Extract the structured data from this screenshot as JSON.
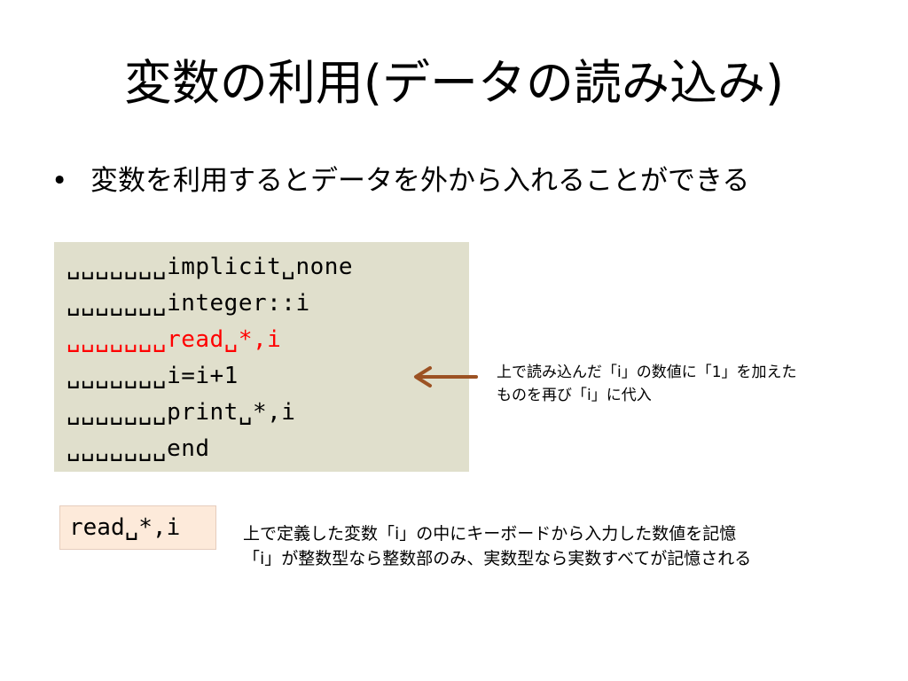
{
  "slide": {
    "title": "変数の利用(データの読み込み)",
    "bullet": {
      "marker": "•",
      "text": "変数を利用するとデータを外から入れることができる"
    }
  },
  "code": {
    "lines": [
      {
        "text": "␣␣␣␣␣␣␣implicit␣none",
        "highlight": false
      },
      {
        "text": "␣␣␣␣␣␣␣integer::i",
        "highlight": false
      },
      {
        "text": "␣␣␣␣␣␣␣read␣*,i",
        "highlight": true
      },
      {
        "text": "␣␣␣␣␣␣␣i=i+1",
        "highlight": false
      },
      {
        "text": "␣␣␣␣␣␣␣print␣*,i",
        "highlight": false
      },
      {
        "text": "␣␣␣␣␣␣␣end",
        "highlight": false
      }
    ],
    "background_color": "#e0dfcc",
    "highlight_color": "#ff0000"
  },
  "annotation": {
    "icon": "left-arrow-icon",
    "arrow_color": "#9c5223",
    "lines": [
      "上で読み込んだ「i」の数値に「1」を加えた",
      "ものを再び「i」に代入"
    ]
  },
  "snippet": {
    "code": "read␣*,i",
    "background_color": "#fdeada",
    "description_lines": [
      "上で定義した変数「i」の中にキーボードから入力した数値を記憶",
      "「i」が整数型なら整数部のみ、実数型なら実数すべてが記憶される"
    ]
  }
}
